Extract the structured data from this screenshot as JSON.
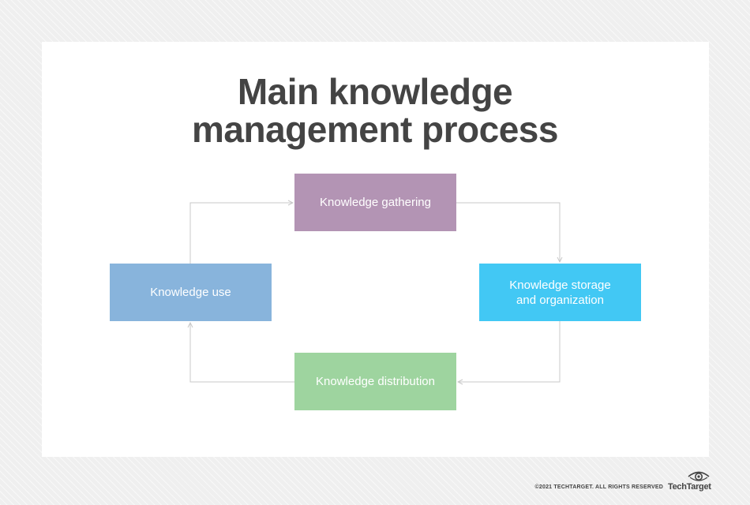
{
  "title": {
    "line1": "Main knowledge",
    "line2": "management process"
  },
  "nodes": [
    {
      "id": "gathering",
      "label": "Knowledge gathering",
      "color": "#b394b4"
    },
    {
      "id": "storage",
      "label": "Knowledge storage\nand organization",
      "color": "#42c8f4"
    },
    {
      "id": "distribution",
      "label": "Knowledge distribution",
      "color": "#9ed49f"
    },
    {
      "id": "use",
      "label": "Knowledge use",
      "color": "#88b4dc"
    }
  ],
  "edges": [
    {
      "from": "use",
      "to": "gathering"
    },
    {
      "from": "gathering",
      "to": "storage"
    },
    {
      "from": "storage",
      "to": "distribution"
    },
    {
      "from": "distribution",
      "to": "use"
    }
  ],
  "footer": {
    "copyright": "©2021 TECHTARGET. ALL RIGHTS RESERVED",
    "logo_text": "TechTarget",
    "logo_icon": "eye-icon"
  },
  "colors": {
    "title": "#444444",
    "connector": "#c8c8c8",
    "card": "#ffffff"
  }
}
